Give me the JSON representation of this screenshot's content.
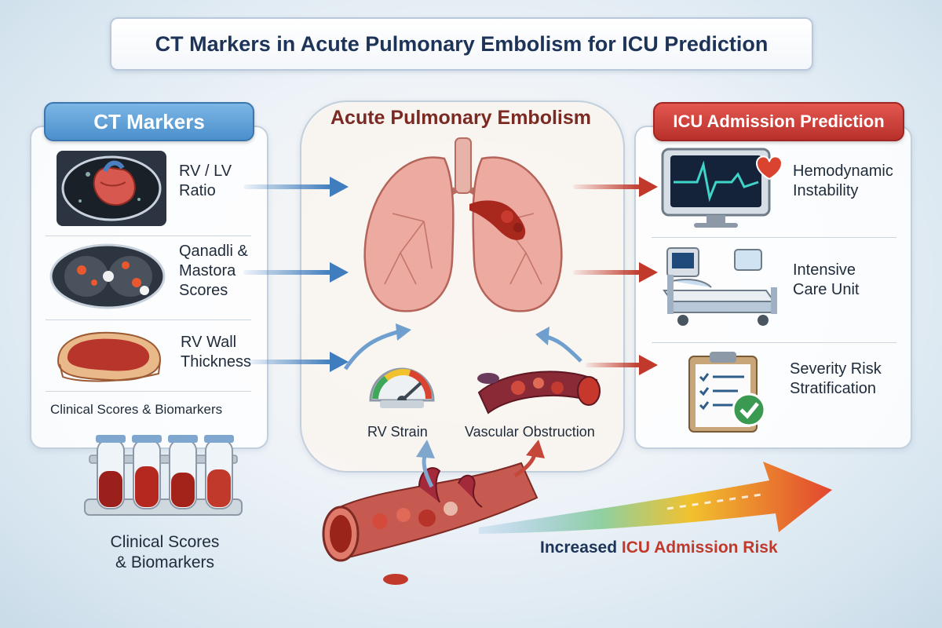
{
  "title": "CT Markers in Acute Pulmonary Embolism for ICU Prediction",
  "left_panel": {
    "header": "CT Markers",
    "items": [
      {
        "label_line1": "RV / LV",
        "label_line2": "Ratio",
        "icon": "heart-ct-icon"
      },
      {
        "label_line1": "Qanadli &",
        "label_line2": "Mastora",
        "label_line3": "Scores",
        "icon": "chest-ct-scan-icon"
      },
      {
        "label_line1": "RV Wall",
        "label_line2": "Thickness",
        "icon": "rv-wall-tissue-icon"
      }
    ],
    "footer": "Clinical Scores & Biomarkers"
  },
  "center_panel": {
    "title": "Acute Pulmonary Embolism",
    "rv_strain": "RV Strain",
    "vascular_obstruction": "Vascular Obstruction"
  },
  "right_panel": {
    "header": "ICU Admission Prediction",
    "items": [
      {
        "label_line1": "Hemodynamic",
        "label_line2": "Instability",
        "icon": "heart-monitor-icon"
      },
      {
        "label_line1": "Intensive",
        "label_line2": "Care Unit",
        "icon": "icu-bed-icon"
      },
      {
        "label_line1": "Severity Risk",
        "label_line2": "Stratification",
        "icon": "clipboard-check-icon"
      }
    ]
  },
  "bottom": {
    "tubes_label_line1": "Clinical Scores",
    "tubes_label_line2": "& Biomarkers",
    "risk_prefix": "Increased",
    "risk_highlight": "ICU Admission Risk"
  },
  "colors": {
    "title_text": "#1d3458",
    "blue_accent": "#3f7dbf",
    "red_accent": "#c0392b",
    "lung": "#e8a39b",
    "clot": "#a52a1f"
  }
}
